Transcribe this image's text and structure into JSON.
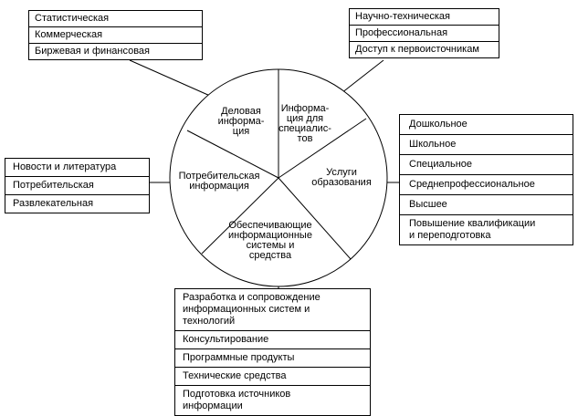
{
  "sectors": [
    {
      "id": "business",
      "label": [
        "Деловая",
        "информа-",
        "ция"
      ]
    },
    {
      "id": "specialists",
      "label": [
        "Информа-",
        "ция для",
        "специалис-",
        "тов"
      ]
    },
    {
      "id": "education",
      "label": [
        "Услуги",
        "образования"
      ]
    },
    {
      "id": "systems",
      "label": [
        "Обеспечивающие",
        "информационные",
        "системы и",
        "средства"
      ]
    },
    {
      "id": "consumer",
      "label": [
        "Потребительская",
        "информация"
      ]
    }
  ],
  "boxes": {
    "business": [
      "Статистическая",
      "Коммерческая",
      "Биржевая и финансовая"
    ],
    "specialists": [
      "Научно-техническая",
      "Профессиональная",
      "Доступ к первоисточникам"
    ],
    "education": [
      "Дошкольное",
      "Школьное",
      "Специальное",
      "Среднепрофессиональное",
      "Высшее",
      "Повышение квалификации\nи переподготовка"
    ],
    "consumer": [
      "Новости и литература",
      "Потребительская",
      "Развлекательная"
    ],
    "systems": [
      "Разработка и сопровождение\nинформационных систем и\nтехнологий",
      "Консультирование",
      "Программные продукты",
      "Технические средства",
      "Подготовка источников\nинформации"
    ]
  }
}
